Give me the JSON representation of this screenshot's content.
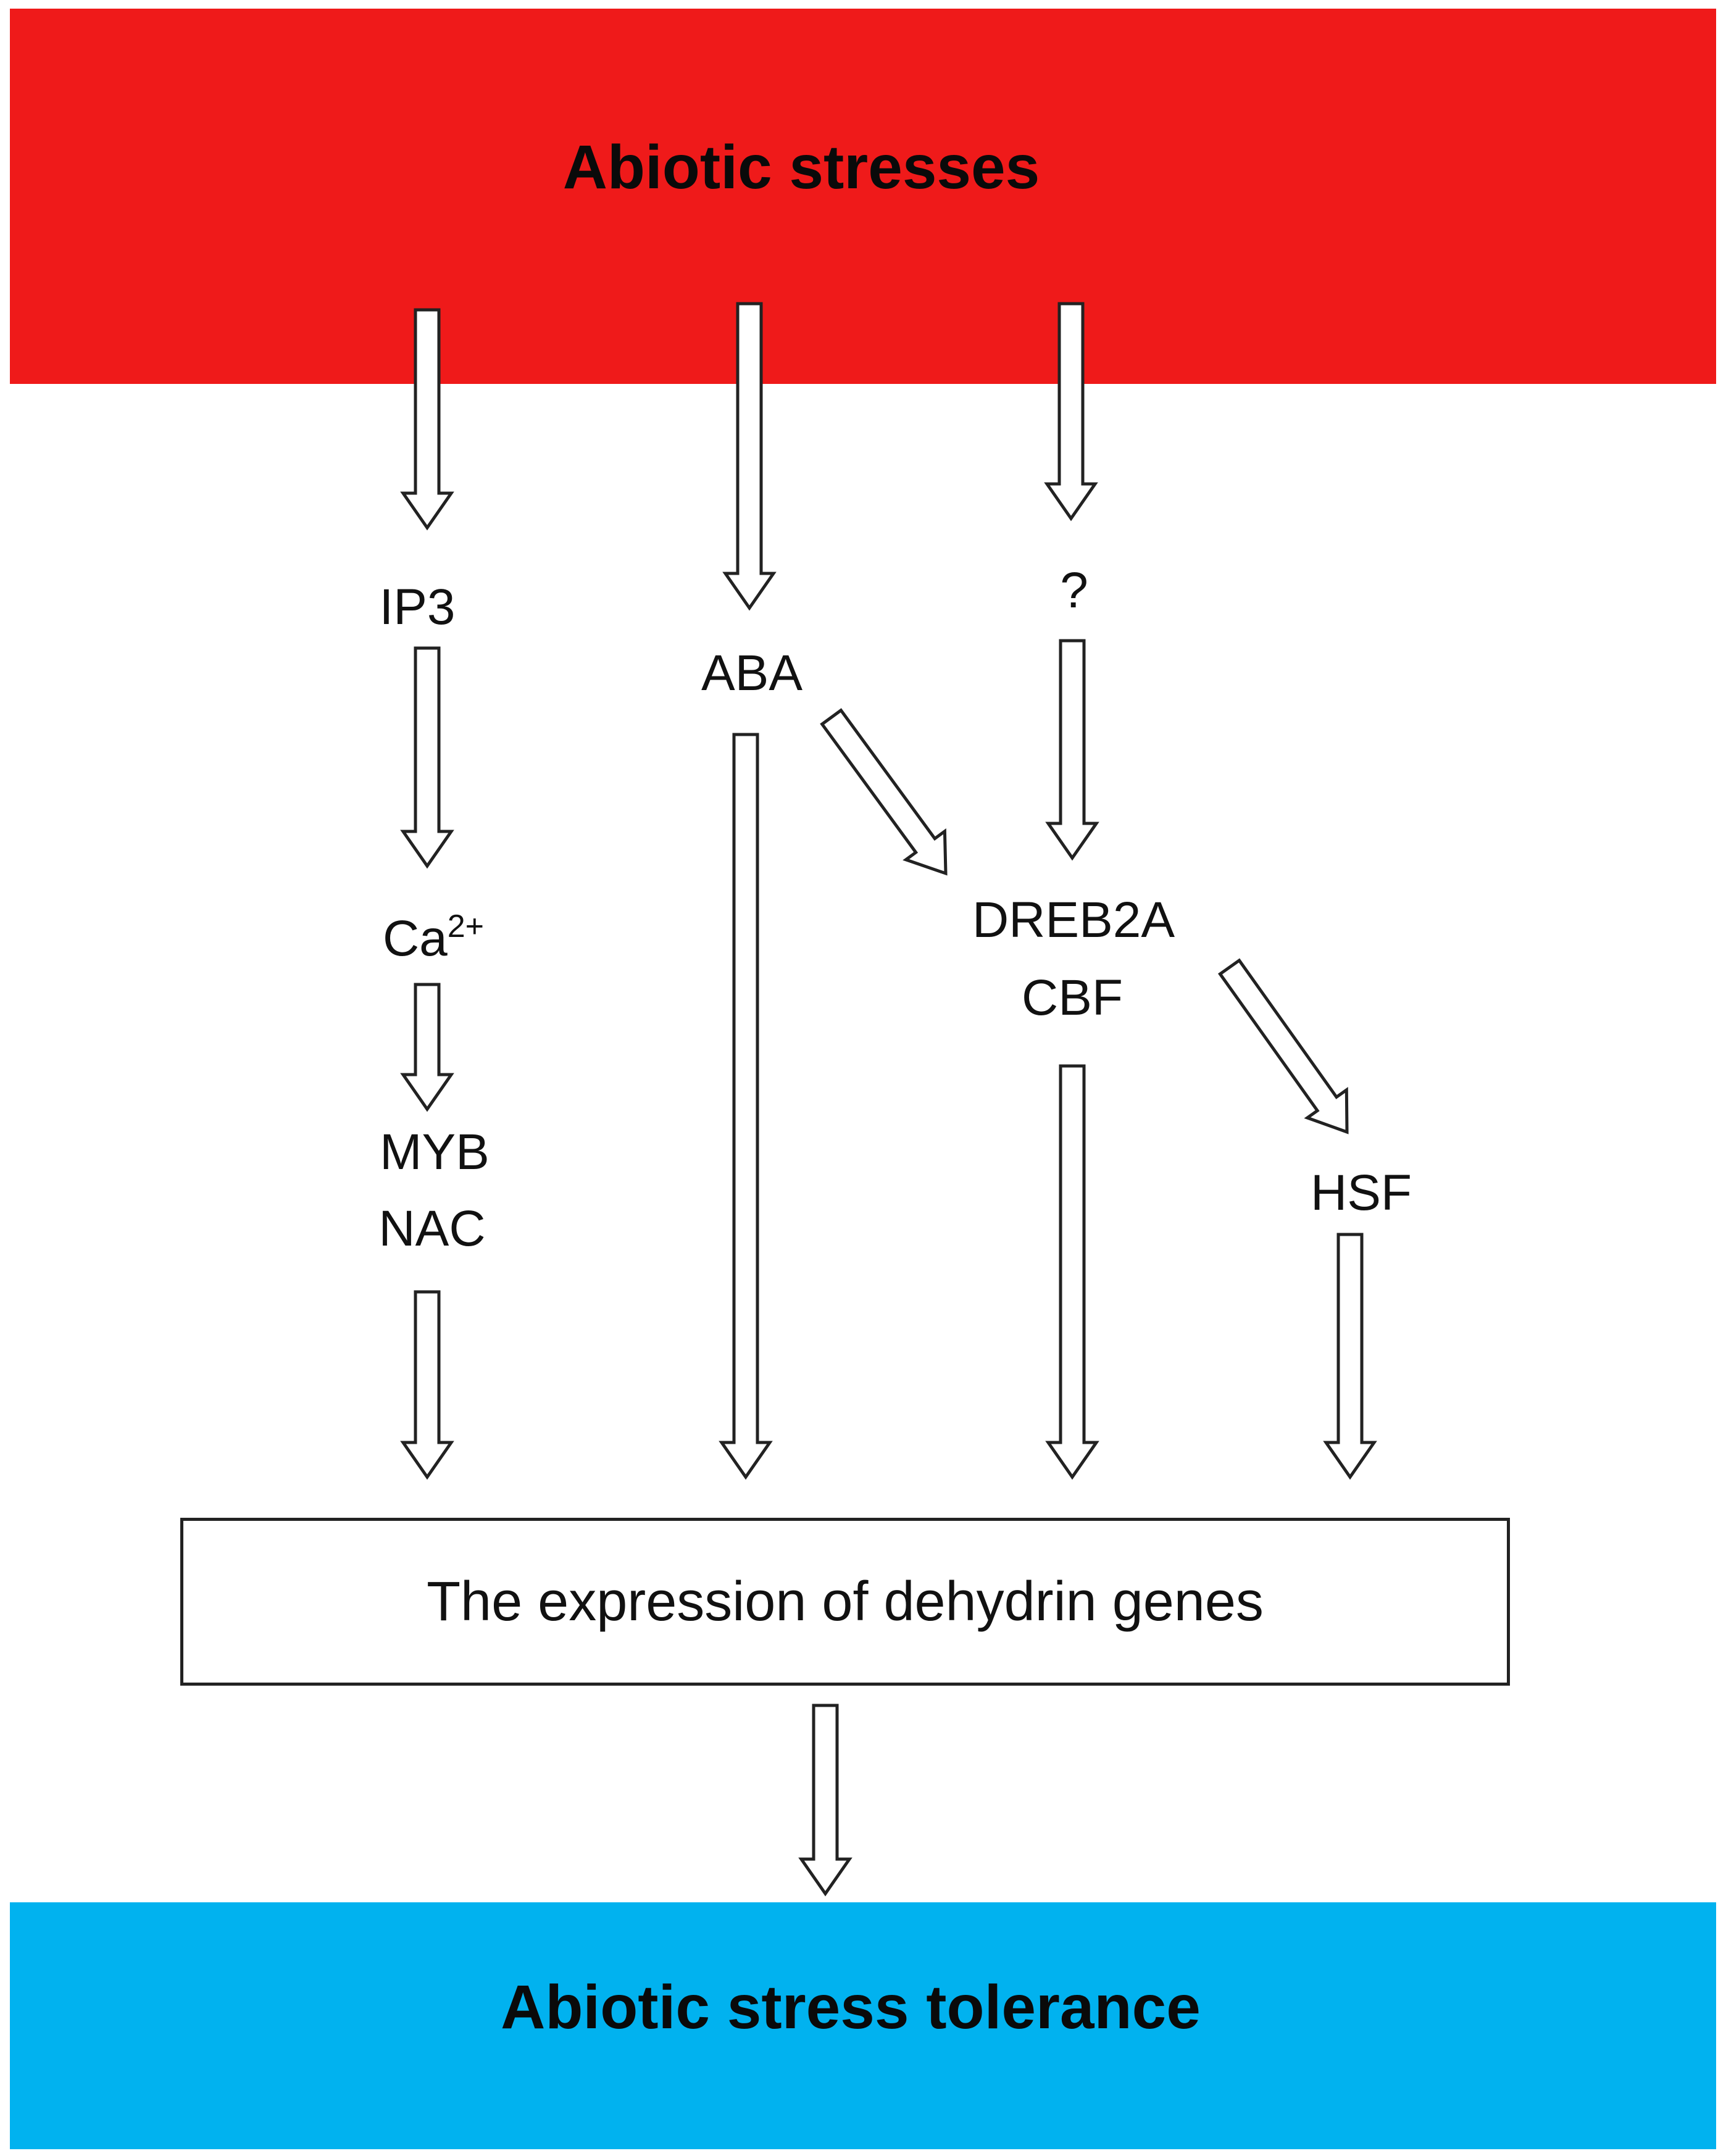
{
  "diagram": {
    "top_band": {
      "label": "Abiotic stresses",
      "color": "#ef1a1a"
    },
    "bottom_band": {
      "label": "Abiotic stress tolerance",
      "color": "#01b2ef"
    },
    "nodes": {
      "ip3": "IP3",
      "aba": "ABA",
      "unknown": "?",
      "ca": "Ca",
      "ca_superscript": "2+",
      "myb": "MYB",
      "nac": "NAC",
      "dreb2a": "DREB2A",
      "cbf": "CBF",
      "hsf": "HSF"
    },
    "genes_box": {
      "label": "The expression of dehydrin genes"
    },
    "arrow_style": {
      "fill": "#ffffff",
      "stroke": "#222222"
    }
  }
}
